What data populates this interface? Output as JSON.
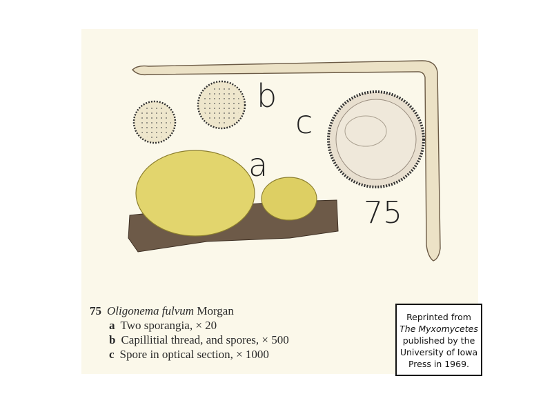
{
  "figure": {
    "labels": {
      "a": "a",
      "b": "b",
      "c": "c",
      "number": "75"
    }
  },
  "caption": {
    "number": "75",
    "species": "Oligonema fulvum",
    "author": "Morgan",
    "items": [
      {
        "key": "a",
        "text": "Two sporangia, × 20"
      },
      {
        "key": "b",
        "text": "Capillitial thread, and spores, × 500"
      },
      {
        "key": "c",
        "text": "Spore in optical section, × 1000"
      }
    ]
  },
  "credit": {
    "line1": "Reprinted from",
    "title": "The Myxomycetes",
    "line3": "published by the",
    "line4": "University of Iowa",
    "line5": "Press in 1969."
  }
}
